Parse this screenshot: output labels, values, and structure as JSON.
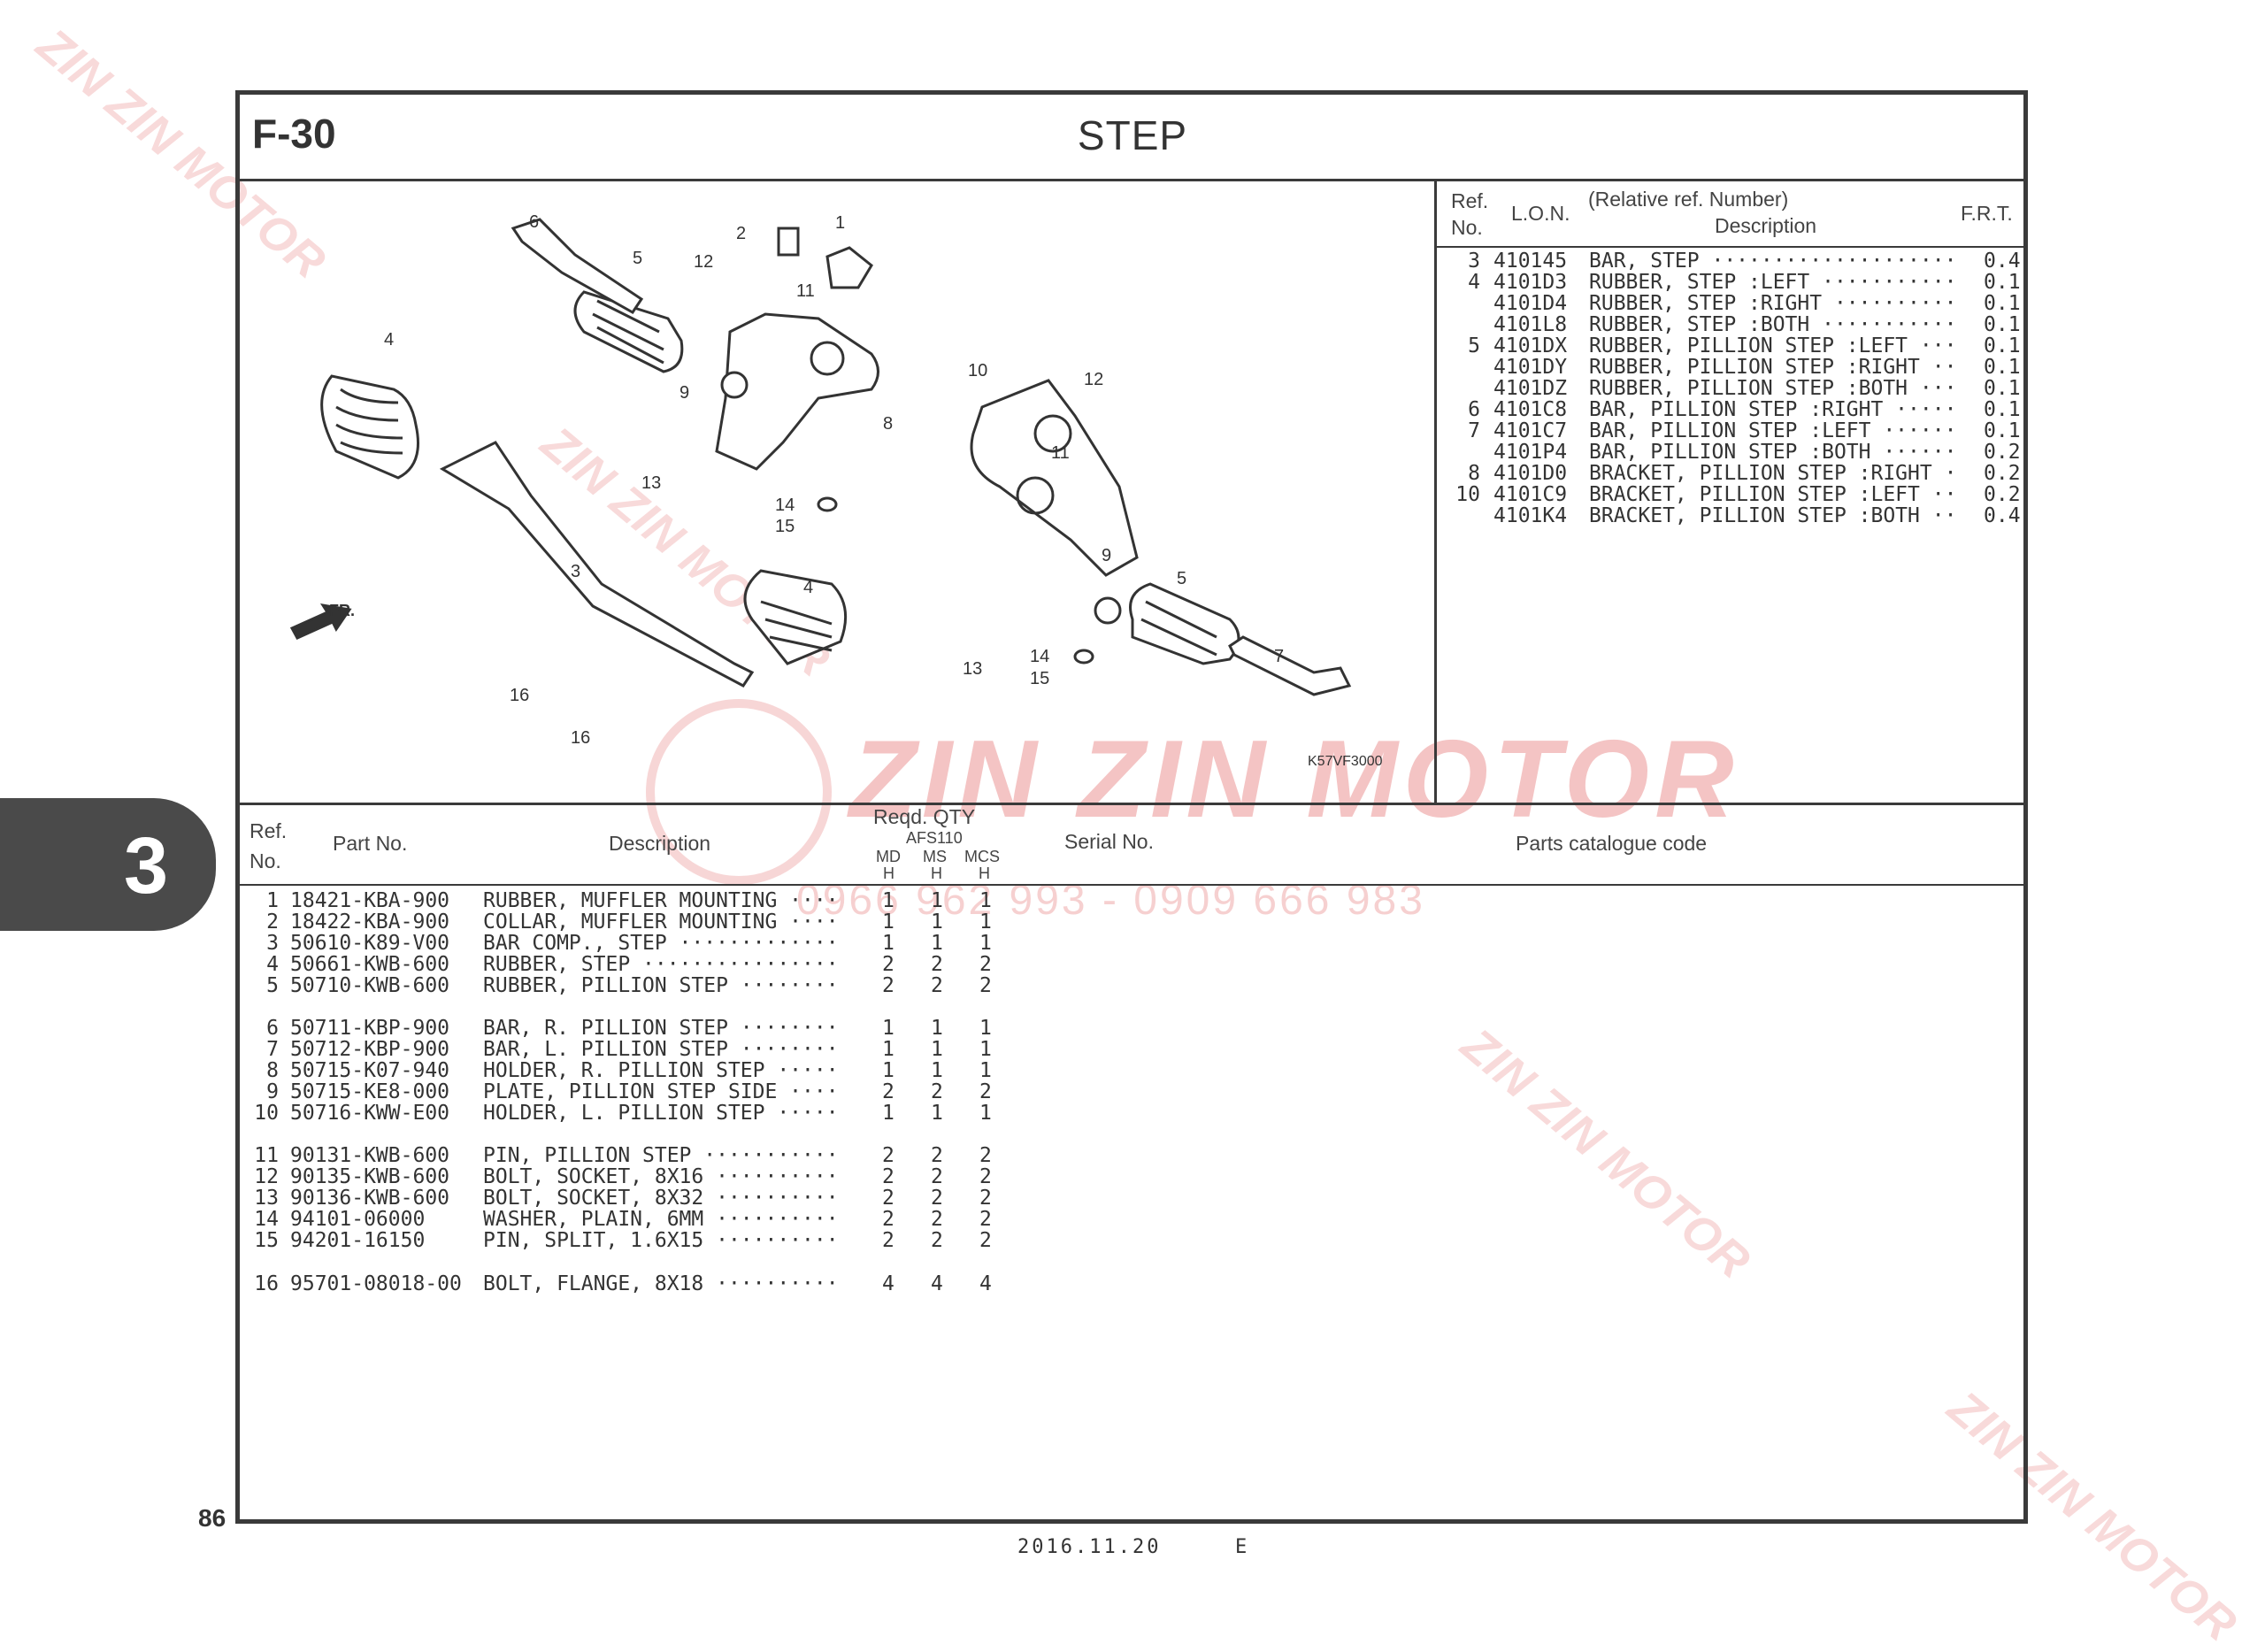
{
  "figure_code": "F-30",
  "title": "STEP",
  "chapter": "3",
  "page_number": "86",
  "illustration_code": "K57VF3000",
  "footer": {
    "date": "2016.11.20",
    "lang": "E"
  },
  "watermark": {
    "brand": "ZIN ZIN MOTOR",
    "phone": "0966 962 993 - 0909 666 983"
  },
  "callouts": [
    "1",
    "2",
    "3",
    "4",
    "4",
    "5",
    "5",
    "6",
    "7",
    "8",
    "9",
    "9",
    "10",
    "11",
    "11",
    "12",
    "12",
    "13",
    "13",
    "14",
    "14",
    "15",
    "15",
    "16",
    "16"
  ],
  "front_label": "FR.",
  "lon_table": {
    "headers": {
      "ref_line1": "Ref.",
      "ref_line2": "No.",
      "lon": "L.O.N.",
      "desc_line1": "(Relative ref. Number)",
      "desc_line2": "Description",
      "frt": "F.R.T."
    },
    "rows": [
      {
        "ref": "3",
        "lon": "410145",
        "desc": "BAR, STEP ····················",
        "frt": "0.4"
      },
      {
        "ref": "4",
        "lon": "4101D3",
        "desc": "RUBBER, STEP :LEFT ···········",
        "frt": "0.1"
      },
      {
        "ref": "",
        "lon": "4101D4",
        "desc": "RUBBER, STEP :RIGHT ··········",
        "frt": "0.1"
      },
      {
        "ref": "",
        "lon": "4101L8",
        "desc": "RUBBER, STEP :BOTH ···········",
        "frt": "0.1"
      },
      {
        "ref": "5",
        "lon": "4101DX",
        "desc": "RUBBER, PILLION STEP :LEFT ···",
        "frt": "0.1"
      },
      {
        "ref": "",
        "lon": "4101DY",
        "desc": "RUBBER, PILLION STEP :RIGHT ··",
        "frt": "0.1"
      },
      {
        "ref": "",
        "lon": "4101DZ",
        "desc": "RUBBER, PILLION STEP :BOTH ···",
        "frt": "0.1"
      },
      {
        "ref": "6",
        "lon": "4101C8",
        "desc": "BAR, PILLION STEP :RIGHT ·····",
        "frt": "0.1"
      },
      {
        "ref": "7",
        "lon": "4101C7",
        "desc": "BAR, PILLION STEP :LEFT ······",
        "frt": "0.1"
      },
      {
        "ref": "",
        "lon": "4101P4",
        "desc": "BAR, PILLION STEP :BOTH ······",
        "frt": "0.2"
      },
      {
        "ref": "8",
        "lon": "4101D0",
        "desc": "BRACKET, PILLION STEP :RIGHT ·",
        "frt": "0.2"
      },
      {
        "ref": "10",
        "lon": "4101C9",
        "desc": "BRACKET, PILLION STEP :LEFT ··",
        "frt": "0.2"
      },
      {
        "ref": "",
        "lon": "4101K4",
        "desc": "BRACKET, PILLION STEP :BOTH ··",
        "frt": "0.4"
      }
    ]
  },
  "parts_table": {
    "headers": {
      "ref_line1": "Ref.",
      "ref_line2": "No.",
      "part_no": "Part No.",
      "description": "Description",
      "qty": "Reqd. QTY",
      "model": "AFS110",
      "md": "MD",
      "ms": "MS",
      "mcs": "MCS",
      "h": "H",
      "serial": "Serial No.",
      "catalogue": "Parts catalogue code"
    },
    "rows": [
      {
        "ref": "1",
        "part": "18421-KBA-900",
        "desc": "RUBBER, MUFFLER MOUNTING ····",
        "md": "1",
        "ms": "1",
        "mcs": "1"
      },
      {
        "ref": "2",
        "part": "18422-KBA-900",
        "desc": "COLLAR, MUFFLER MOUNTING ····",
        "md": "1",
        "ms": "1",
        "mcs": "1"
      },
      {
        "ref": "3",
        "part": "50610-K89-V00",
        "desc": "BAR COMP., STEP ·············",
        "md": "1",
        "ms": "1",
        "mcs": "1"
      },
      {
        "ref": "4",
        "part": "50661-KWB-600",
        "desc": "RUBBER, STEP ················",
        "md": "2",
        "ms": "2",
        "mcs": "2"
      },
      {
        "ref": "5",
        "part": "50710-KWB-600",
        "desc": "RUBBER, PILLION STEP ········",
        "md": "2",
        "ms": "2",
        "mcs": "2"
      },
      {
        "ref": "6",
        "part": "50711-KBP-900",
        "desc": "BAR, R. PILLION STEP ········",
        "md": "1",
        "ms": "1",
        "mcs": "1"
      },
      {
        "ref": "7",
        "part": "50712-KBP-900",
        "desc": "BAR, L. PILLION STEP ········",
        "md": "1",
        "ms": "1",
        "mcs": "1"
      },
      {
        "ref": "8",
        "part": "50715-K07-940",
        "desc": "HOLDER, R. PILLION STEP ·····",
        "md": "1",
        "ms": "1",
        "mcs": "1"
      },
      {
        "ref": "9",
        "part": "50715-KE8-000",
        "desc": "PLATE, PILLION STEP SIDE ····",
        "md": "2",
        "ms": "2",
        "mcs": "2"
      },
      {
        "ref": "10",
        "part": "50716-KWW-E00",
        "desc": "HOLDER, L. PILLION STEP ·····",
        "md": "1",
        "ms": "1",
        "mcs": "1"
      },
      {
        "ref": "11",
        "part": "90131-KWB-600",
        "desc": "PIN, PILLION STEP ···········",
        "md": "2",
        "ms": "2",
        "mcs": "2"
      },
      {
        "ref": "12",
        "part": "90135-KWB-600",
        "desc": "BOLT, SOCKET, 8X16 ··········",
        "md": "2",
        "ms": "2",
        "mcs": "2"
      },
      {
        "ref": "13",
        "part": "90136-KWB-600",
        "desc": "BOLT, SOCKET, 8X32 ··········",
        "md": "2",
        "ms": "2",
        "mcs": "2"
      },
      {
        "ref": "14",
        "part": "94101-06000",
        "desc": "WASHER, PLAIN, 6MM ··········",
        "md": "2",
        "ms": "2",
        "mcs": "2"
      },
      {
        "ref": "15",
        "part": "94201-16150",
        "desc": "PIN, SPLIT, 1.6X15 ··········",
        "md": "2",
        "ms": "2",
        "mcs": "2"
      },
      {
        "ref": "16",
        "part": "95701-08018-00",
        "desc": "BOLT, FLANGE, 8X18 ··········",
        "md": "4",
        "ms": "4",
        "mcs": "4"
      }
    ]
  }
}
